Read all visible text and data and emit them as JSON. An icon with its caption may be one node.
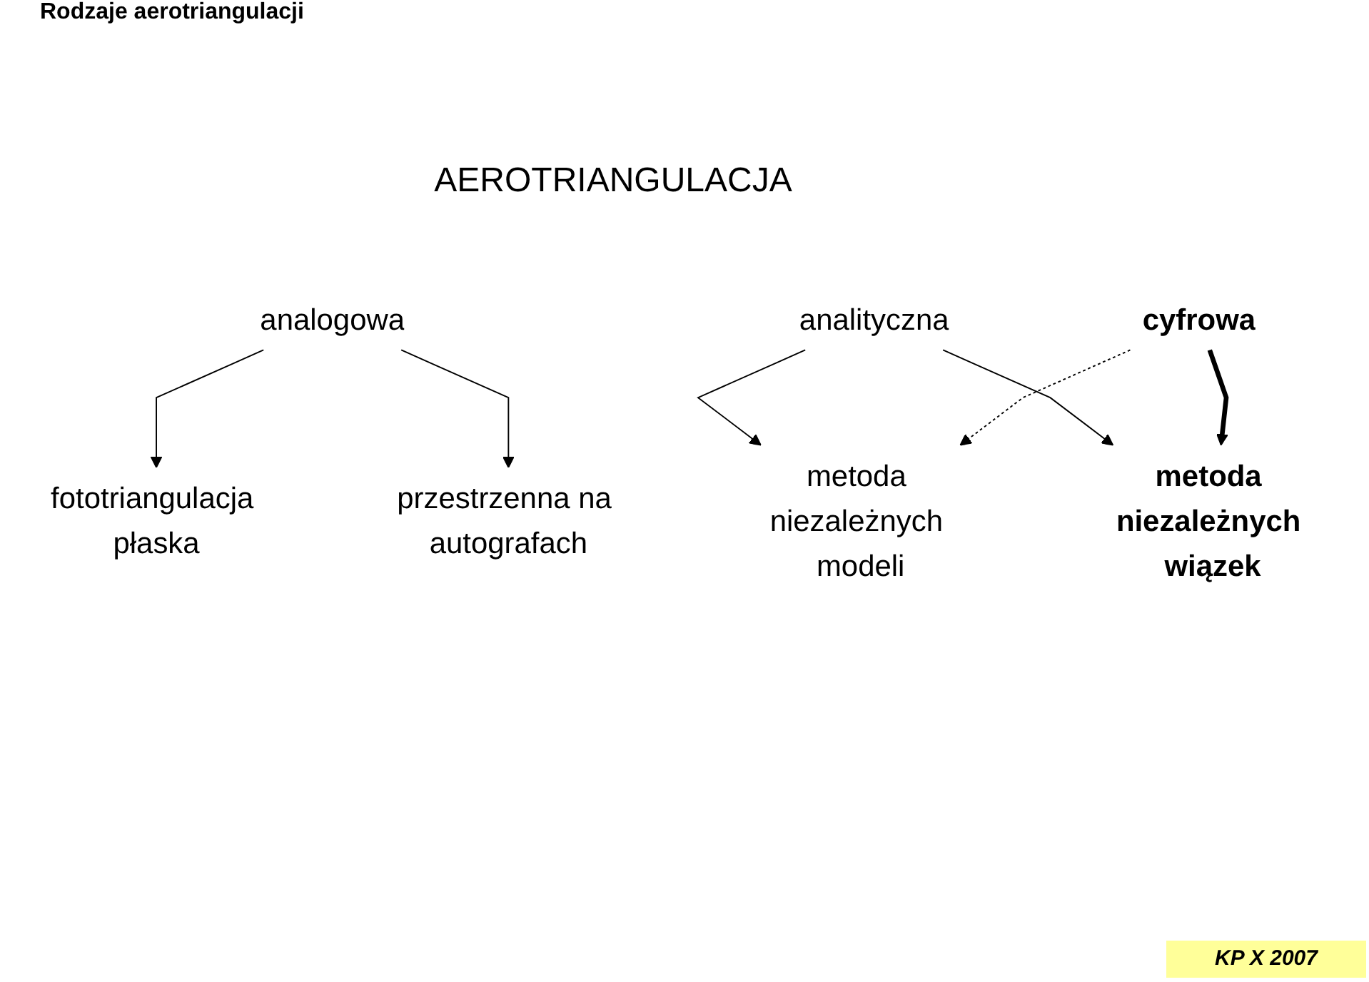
{
  "diagram": {
    "title": "Rodzaje aerotriangulacji",
    "nodes": [
      {
        "text": [
          "analogowa"
        ]
      },
      {
        "text": [
          "analityczna"
        ]
      },
      {
        "text": [
          "cyfrowa"
        ]
      },
      {
        "text": [
          "fototriangulacja płaska"
        ]
      },
      {
        "text": [
          "przestrzenna na autografach"
        ]
      },
      {
        "text": [
          "metoda niezależnych modeli"
        ]
      },
      {
        "text": [
          "metoda niezależnych wiązek"
        ]
      }
    ],
    "edges": [
      {
        "from": 0,
        "to": 3,
        "arrow": "to"
      },
      {
        "from": 0,
        "to": 4,
        "arrow": "to"
      },
      {
        "from": 1,
        "to": 5,
        "arrow": "to"
      },
      {
        "from": 1,
        "to": 6,
        "arrow": "to"
      },
      {
        "from": 2,
        "to": 5,
        "arrow": "to",
        "style": "dashed"
      },
      {
        "from": 2,
        "to": 6,
        "arrow": "to",
        "style": "thick"
      }
    ],
    "labels": [
      "AEROTRIANGULACJA",
      "KP X 2007"
    ]
  }
}
